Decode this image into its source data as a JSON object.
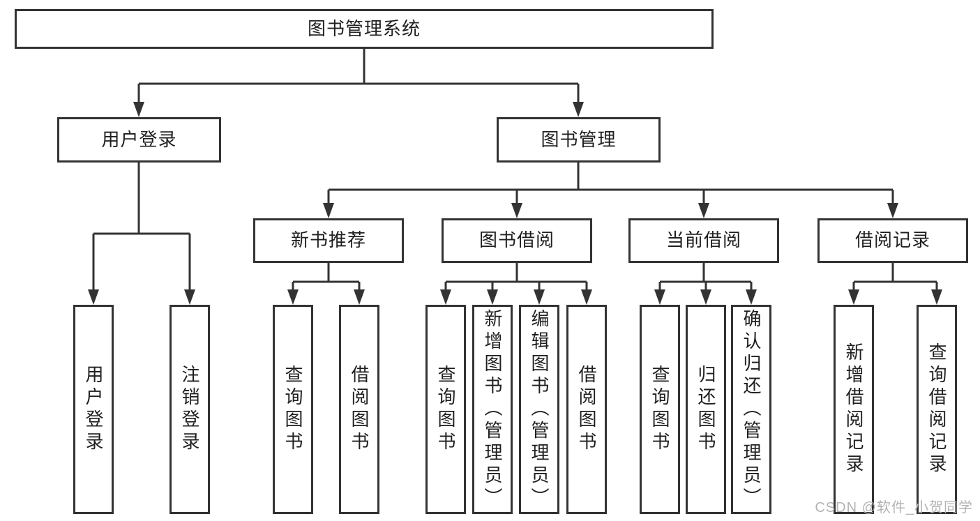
{
  "tree": {
    "root": {
      "label": "图书管理系统",
      "children": [
        {
          "label": "用户登录",
          "children": [
            {
              "label": "用户登录"
            },
            {
              "label": "注销登录"
            }
          ]
        },
        {
          "label": "图书管理",
          "children": [
            {
              "label": "新书推荐",
              "children": [
                {
                  "label": "查询图书"
                },
                {
                  "label": "借阅图书"
                }
              ]
            },
            {
              "label": "图书借阅",
              "children": [
                {
                  "label": "查询图书"
                },
                {
                  "label": "新增图书（管理员）"
                },
                {
                  "label": "编辑图书（管理员）"
                },
                {
                  "label": "借阅图书"
                }
              ]
            },
            {
              "label": "当前借阅",
              "children": [
                {
                  "label": "查询图书"
                },
                {
                  "label": "归还图书"
                },
                {
                  "label": "确认归还（管理员）"
                }
              ]
            },
            {
              "label": "借阅记录",
              "children": [
                {
                  "label": "新增借阅记录"
                },
                {
                  "label": "查询借阅记录"
                }
              ]
            }
          ]
        }
      ]
    }
  },
  "watermark": {
    "text": "CSDN @软件_小贺同学"
  },
  "colors": {
    "line": "#333333",
    "box_border": "#333333",
    "text": "#1f1f1f",
    "watermark": "#b3b3b3",
    "background": "#ffffff"
  }
}
